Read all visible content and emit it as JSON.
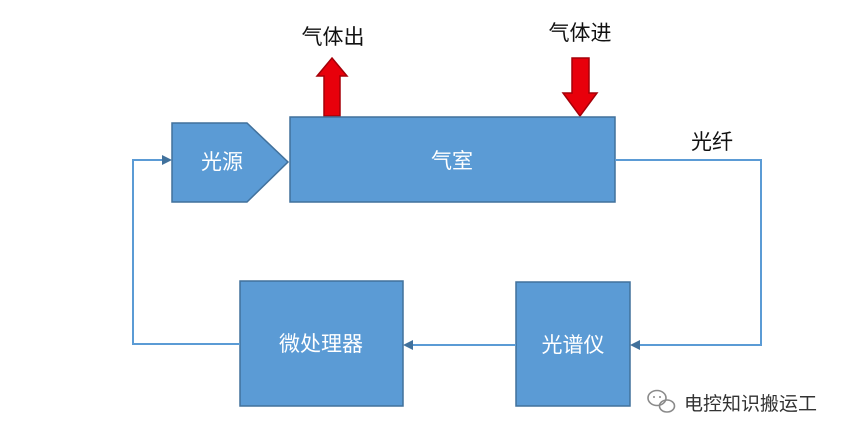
{
  "diagram": {
    "nodes": {
      "light_source": "光源",
      "gas_cell": "气室",
      "spectrometer": "光谱仪",
      "microprocessor": "微处理器"
    },
    "labels": {
      "gas_out": "气体出",
      "gas_in": "气体进",
      "optical_fiber": "光纤"
    },
    "edges": [
      {
        "from": "light_source",
        "to": "gas_cell",
        "type": "adjacent"
      },
      {
        "from": "gas_cell",
        "to": "spectrometer",
        "label": "光纤"
      },
      {
        "from": "spectrometer",
        "to": "microprocessor"
      },
      {
        "from": "microprocessor",
        "to": "light_source"
      }
    ],
    "colors": {
      "box_fill": "#5b9bd5",
      "box_stroke": "#41719c",
      "line": "#5b9bd5",
      "arrow": "#e8000b"
    }
  },
  "watermark": {
    "text": "电控知识搬运工",
    "icon": "wechat-icon"
  }
}
